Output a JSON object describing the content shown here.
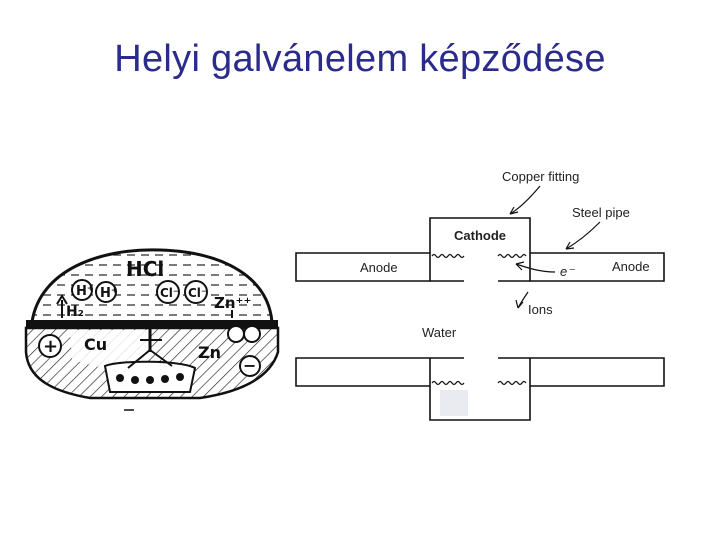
{
  "title": "Helyi galvánelem képződése",
  "left_diagram": {
    "labels": {
      "hcl": "HCl",
      "h2": "H₂",
      "zn_ion": "Zn⁺⁺",
      "cu": "Cu",
      "zn": "Zn",
      "plus": "+",
      "minus": "−",
      "h_plus_1": "H⁺",
      "h_plus_2": "H⁺",
      "cl_minus_1": "Cl⁻",
      "cl_minus_2": "Cl⁻"
    }
  },
  "right_diagram": {
    "labels": {
      "copper_fitting": "Copper fitting",
      "steel_pipe": "Steel pipe",
      "cathode": "Cathode",
      "anode_left": "Anode",
      "anode_right": "Anode",
      "electron": "e⁻",
      "ions": "Ions",
      "water": "Water"
    }
  }
}
